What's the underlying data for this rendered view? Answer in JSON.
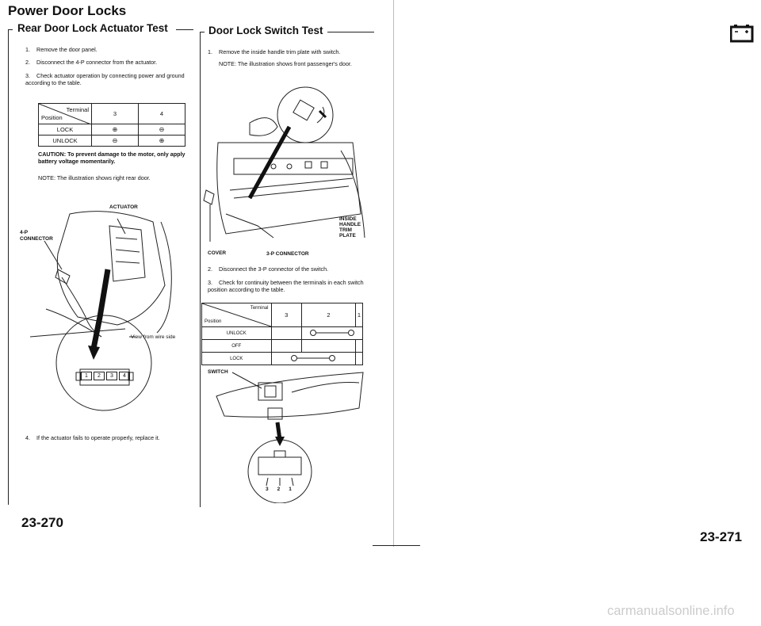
{
  "page": {
    "title": "Power Door Locks",
    "left_page_number": "23-270",
    "right_page_number": "23-271",
    "watermark": "carmanualsonline.info"
  },
  "actuator": {
    "heading": "Rear Door Lock Actuator Test",
    "steps": [
      {
        "num": "1.",
        "text": "Remove the door panel."
      },
      {
        "num": "2.",
        "text": "Disconnect the 4-P connector from the actuator."
      },
      {
        "num": "3.",
        "text": "Check actuator operation by connecting power and ground according to the table."
      },
      {
        "num": "4.",
        "text": "If the actuator fails to operate properly, replace it."
      }
    ],
    "table": {
      "corner_top": "Terminal",
      "corner_bottom": "Position",
      "columns": [
        "3",
        "4"
      ],
      "rows": [
        {
          "label": "LOCK",
          "values": [
            "⊕",
            "⊖"
          ]
        },
        {
          "label": "UNLOCK",
          "values": [
            "⊖",
            "⊕"
          ]
        }
      ]
    },
    "caution": "CAUTION: To prevent damage to the motor, only apply battery voltage momentarily.",
    "note": "NOTE: The illustration shows right rear door.",
    "figure": {
      "label_actuator": "ACTUATOR",
      "label_connector_1": "4-P",
      "label_connector_2": "CONNECTOR",
      "label_view": "View from wire side",
      "pins": [
        "1",
        "2",
        "3",
        "4"
      ]
    }
  },
  "switch": {
    "heading": "Door Lock Switch Test",
    "step1": {
      "num": "1.",
      "text": "Remove the inside handle trim plate with switch."
    },
    "note": "NOTE: The illustration shows front passenger's door.",
    "figure1": {
      "label_cover": "COVER",
      "label_connector": "3-P CONNECTOR",
      "label_handle": [
        "INSIDE",
        "HANDLE",
        "TRIM",
        "PLATE"
      ]
    },
    "step2": {
      "num": "2.",
      "text": "Disconnect the 3-P connector of the switch."
    },
    "step3": {
      "num": "3.",
      "text": "Check for continuity between the terminals in each switch position according to the table."
    },
    "table": {
      "corner_top": "Terminal",
      "corner_bottom": "Position",
      "columns": [
        "3",
        "2",
        "1"
      ],
      "rows": [
        {
          "label": "UNLOCK",
          "link": "2-1"
        },
        {
          "label": "OFF",
          "link": ""
        },
        {
          "label": "LOCK",
          "link": "3-2"
        }
      ]
    },
    "figure2": {
      "label_switch": "SWITCH",
      "pins": [
        "3",
        "2",
        "1"
      ]
    }
  }
}
